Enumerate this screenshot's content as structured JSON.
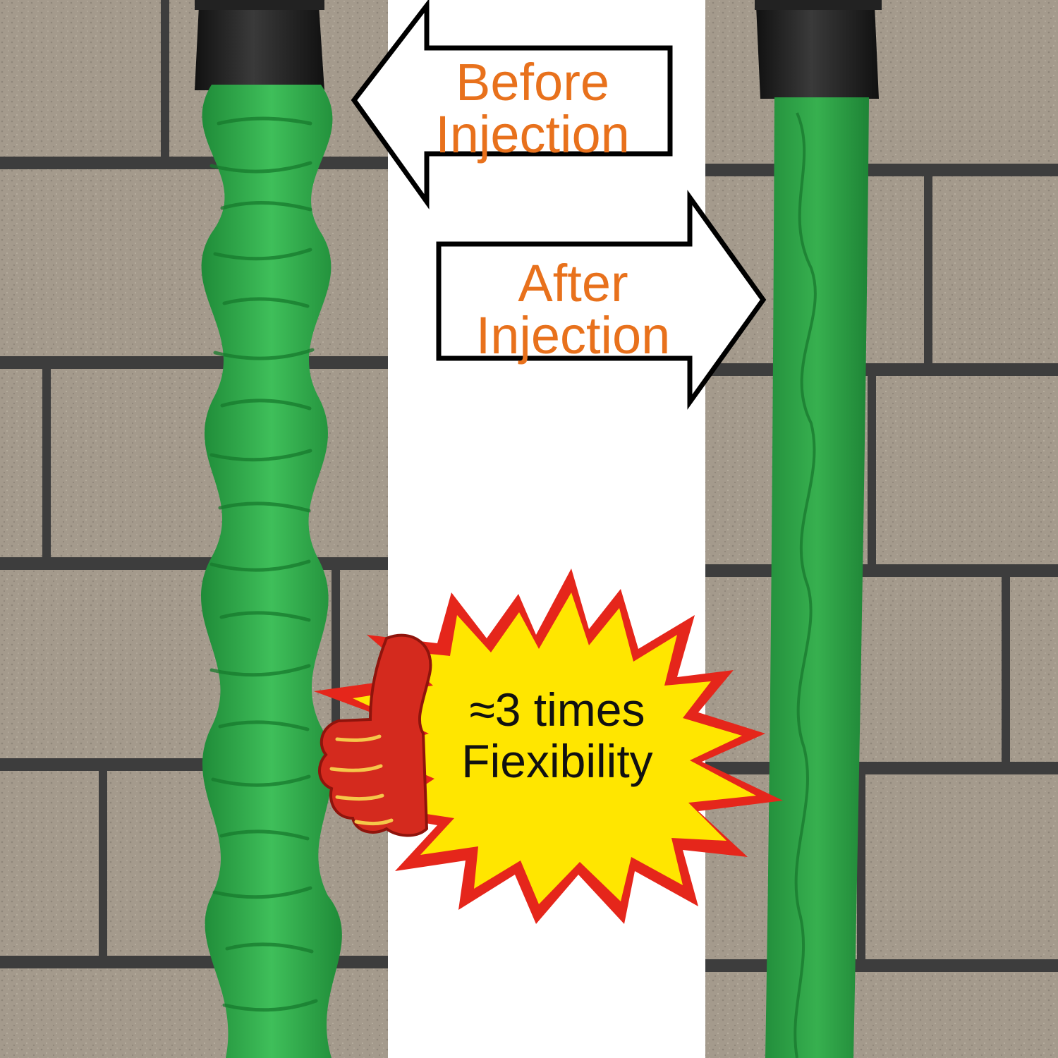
{
  "before_arrow": {
    "line1": "Before",
    "line2": "Injection"
  },
  "after_arrow": {
    "line1": "After",
    "line2": "Injection"
  },
  "burst": {
    "line1": "≈3 times",
    "line2": "Fiexibility"
  },
  "icons": {
    "thumb": "thumbs-up-icon"
  },
  "colors": {
    "label_orange": "#e8711c",
    "hose_green": "#2fa84a",
    "burst_yellow": "#ffe600",
    "burst_red": "#e5261b",
    "thumb_red": "#d42a1e",
    "wall": "#a49a8c",
    "mortar": "#3d3d3d",
    "connector": "#1e1e1e"
  }
}
